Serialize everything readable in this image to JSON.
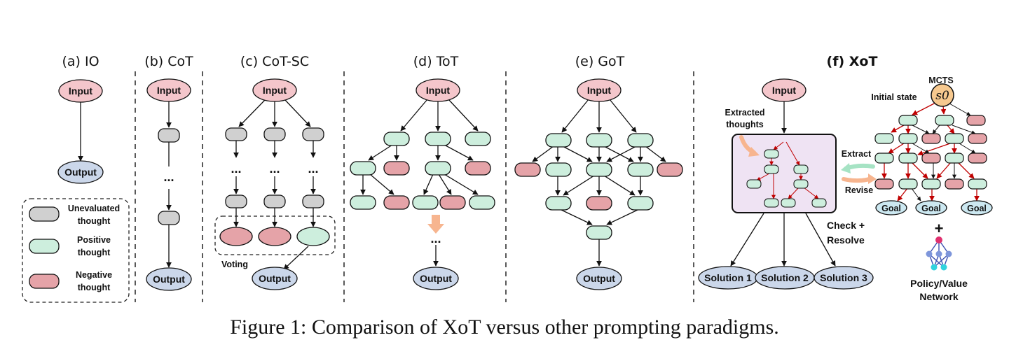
{
  "caption": "Figure 1: Comparison of XoT versus other prompting paradigms.",
  "panels": {
    "io": "(a) IO",
    "cot": "(b) CoT",
    "cotsc": "(c) CoT-SC",
    "tot": "(d) ToT",
    "got": "(e) GoT",
    "xot": "(f) XoT"
  },
  "nodes": {
    "input": "Input",
    "output": "Output",
    "ellipsis": "...",
    "goal": "Goal",
    "s0": "s0",
    "solution_1": "Solution 1",
    "solution_2": "Solution 2",
    "solution_3": "Solution 3"
  },
  "legend": {
    "unevaluated_1": "Unevaluated",
    "unevaluated_2": "thought",
    "positive_1": "Positive",
    "positive_2": "thought",
    "negative_1": "Negative",
    "negative_2": "thought"
  },
  "labels": {
    "voting": "Voting",
    "mcts": "MCTS",
    "initial_state": "Initial state",
    "extracted_1": "Extracted",
    "extracted_2": "thoughts",
    "extract": "Extract",
    "revise": "Revise",
    "check_1": "Check +",
    "check_2": "Resolve",
    "plus": "+",
    "policy_1": "Policy/Value",
    "policy_2": "Network"
  },
  "colors": {
    "input": "#f4c6cb",
    "output": "#cbd7ea",
    "unevaluated": "#d0d0d0",
    "positive": "#cdeedd",
    "negative": "#e5a3a8",
    "goal": "#cce8f1",
    "mcts_root": "#f7c98f",
    "xot_box": "#efe3f3",
    "mcts_edge": "#c00000",
    "arrow_orange": "#f7b58f",
    "arrow_green": "#a6e3c4",
    "net_top": "#e0316f",
    "net_mid": "#7e96db",
    "net_bot": "#31d3de"
  }
}
